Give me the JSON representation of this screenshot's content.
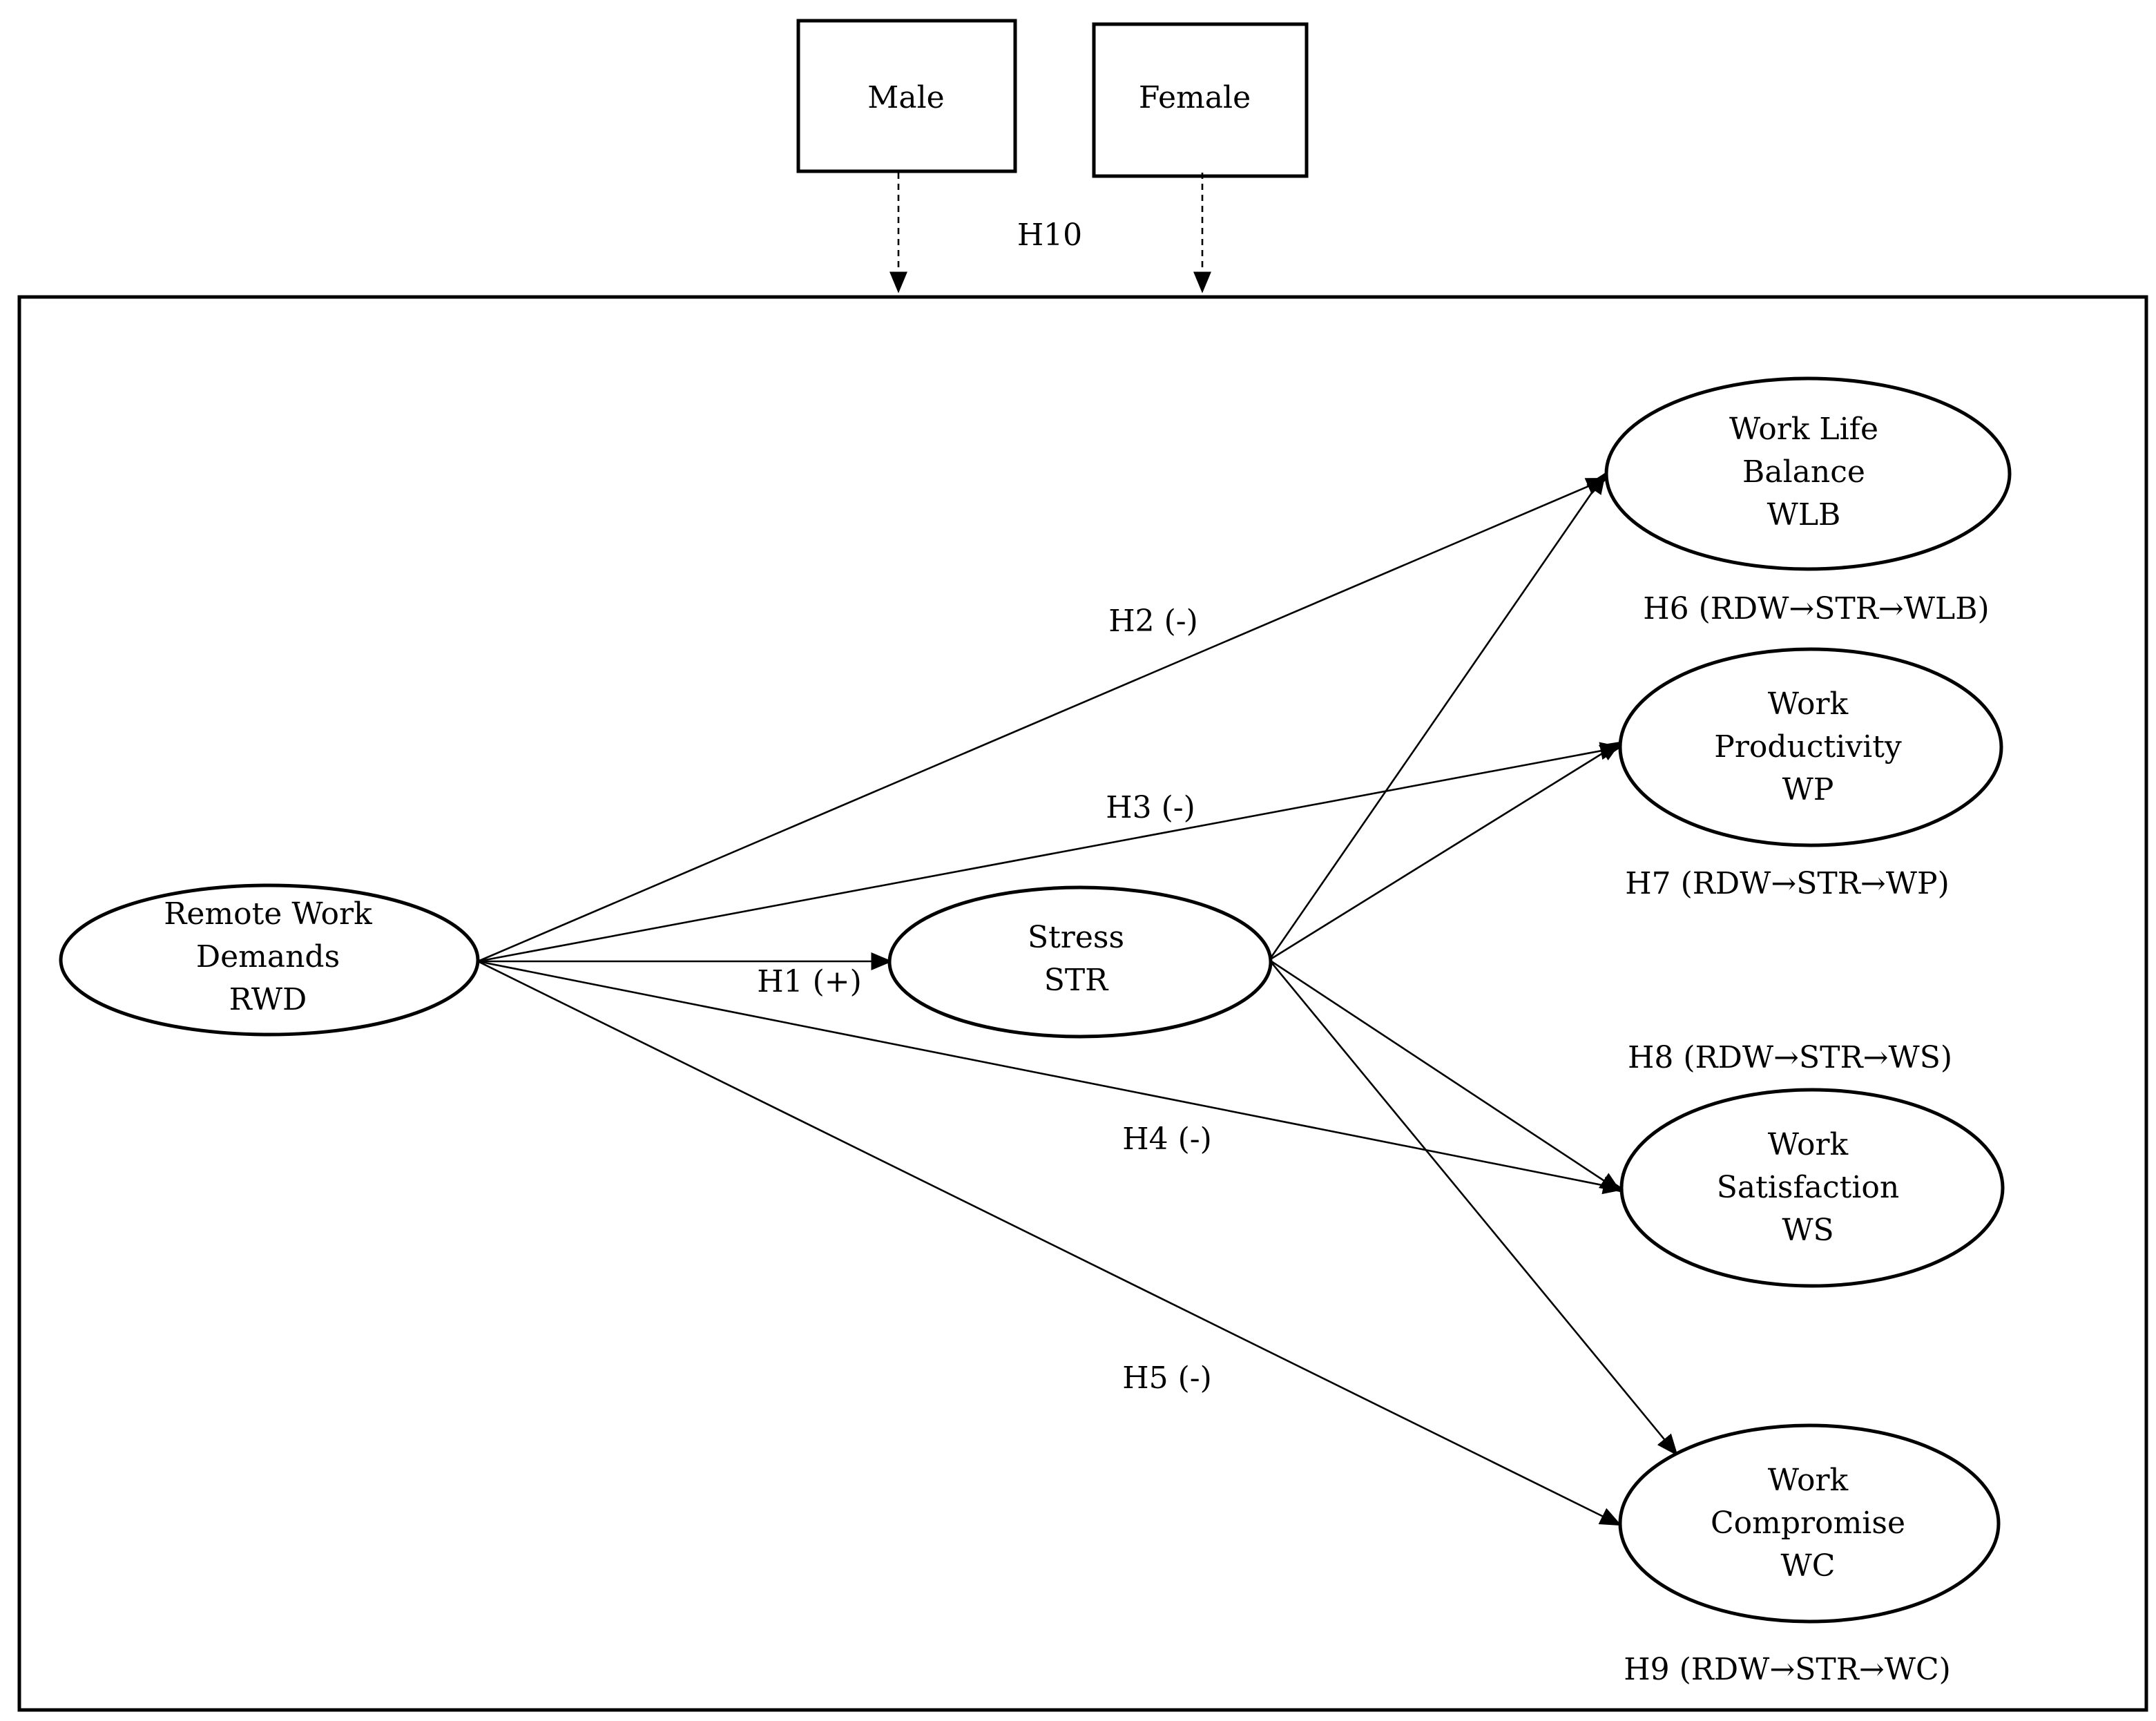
{
  "moderators": {
    "male": "Male",
    "female": "Female",
    "hypothesis": "H10"
  },
  "constructs": {
    "rwd": [
      "Remote Work",
      "Demands",
      "RWD"
    ],
    "str": [
      "Stress",
      "STR"
    ],
    "wlb": [
      "Work Life",
      "Balance",
      "WLB"
    ],
    "wp": [
      "Work",
      "Productivity",
      "WP"
    ],
    "ws": [
      "Work",
      "Satisfaction",
      "WS"
    ],
    "wc": [
      "Work",
      "Compromise",
      "WC"
    ]
  },
  "paths": {
    "h1": "H1 (+)",
    "h2": "H2 (-)",
    "h3": "H3 (-)",
    "h4": "H4 (-)",
    "h5": "H5 (-)"
  },
  "mediation": {
    "h6": "H6 (RDW→STR→WLB)",
    "h7": "H7 (RDW→STR→WP)",
    "h8": "H8 (RDW→STR→WS)",
    "h9": "H9 (RDW→STR→WC)"
  },
  "colors": {
    "line": "#000000",
    "background": "#ffffff"
  }
}
